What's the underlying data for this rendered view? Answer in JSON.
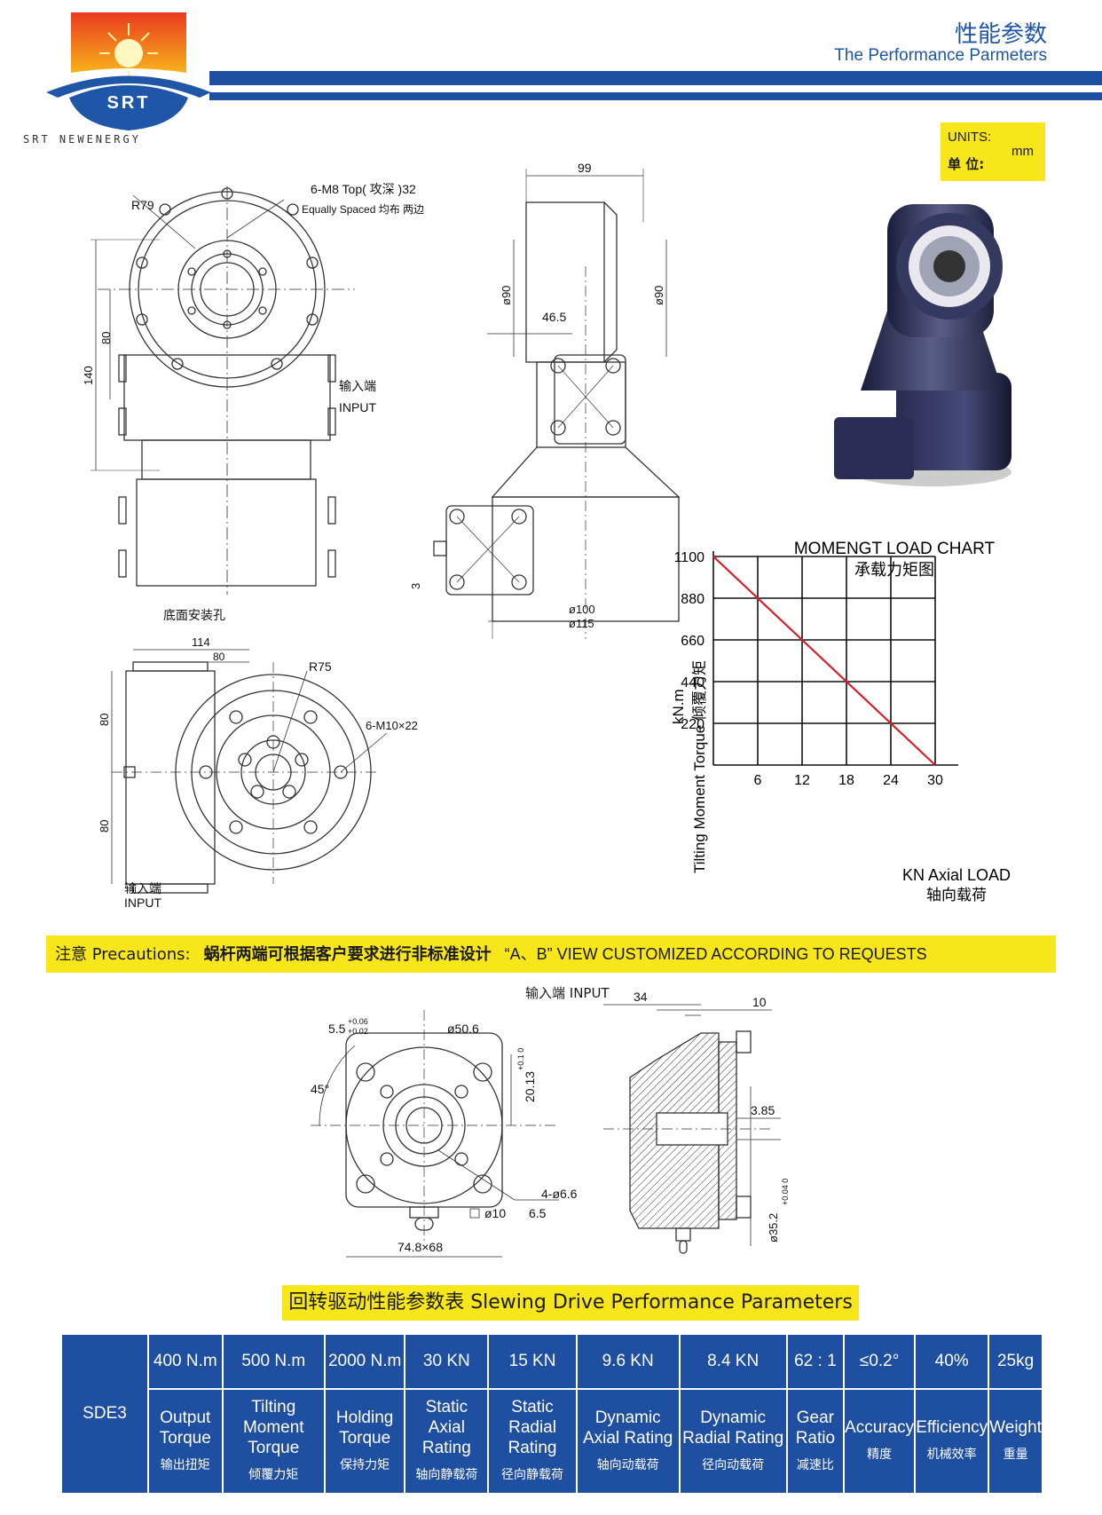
{
  "header": {
    "title_cn": "性能参数",
    "title_en": "The Performance Parmeters"
  },
  "logo": {
    "mark": "SRT",
    "subtitle": "SRT NEWENERGY"
  },
  "units": {
    "line1": "UNITS:",
    "line2": "单  位:",
    "value": "mm"
  },
  "drawing_top_front": {
    "r79": "R79",
    "holes": "6-M8 Top( 攻深 )32",
    "equally": "Equally Spaced 均布 两边",
    "d80": "80",
    "d140": "140",
    "input_cn": "输入端",
    "input_en": "INPUT"
  },
  "drawing_top_side": {
    "d99": "99",
    "d90a": "ø90",
    "d90b": "ø90",
    "d465": "46.5",
    "d3": "3",
    "d100": "ø100",
    "d115": "ø115"
  },
  "drawing_bottom": {
    "title": "底面安装孔",
    "d114": "114",
    "d80h": "80",
    "r75": "R75",
    "holes": "6-M10×22",
    "d80a": "80",
    "d80b": "80",
    "input_cn": "输入端",
    "input_en": "INPUT"
  },
  "drawing_input_end": {
    "input_label": "输入端 INPUT",
    "d55": "5.5",
    "tol55a": "+0.06",
    "tol55b": "+0.02",
    "d506": "ø50.6",
    "a45": "45°",
    "d2013": "20.13",
    "tol2013": "+0.1  0",
    "holes": "4-ø6.6",
    "cbore": "ø10",
    "depth": "6.5",
    "d748": "74.8×68"
  },
  "drawing_section": {
    "d34": "34",
    "d10": "10",
    "d385": "3.85",
    "d352": "ø35.2",
    "tol352": "+0.04  0"
  },
  "chart_data": {
    "type": "line",
    "title": "MOMENGT LOAD CHART",
    "subtitle": "承载力矩图",
    "xlabel": "KN Axial LOAD",
    "xlabel_cn": "轴向载荷",
    "ylabel": "Tilting Moment Torque  倾覆力矩",
    "yunit": "kN.m",
    "x_ticks": [
      "6",
      "12",
      "18",
      "24",
      "30"
    ],
    "y_ticks": [
      "220",
      "440",
      "660",
      "880",
      "1100"
    ],
    "xlim": [
      0,
      30
    ],
    "ylim": [
      0,
      1100
    ],
    "grid": true,
    "series": [
      {
        "x": [
          0,
          30
        ],
        "values": [
          1100,
          0
        ],
        "color": "#d4202a"
      }
    ]
  },
  "note": {
    "label": "注意 Precautions:",
    "cn": "蜗杆两端可根据客户要求进行非标准设计",
    "en": "“A、B” VIEW CUSTOMIZED ACCORDING TO REQUESTS"
  },
  "perf_title": "回转驱动性能参数表   Slewing Drive Performance Parameters",
  "perf": {
    "model": "SDE3",
    "columns": [
      {
        "value": "400 N.m",
        "label": "Output Torque",
        "cn": "输出扭矩"
      },
      {
        "value": "500 N.m",
        "label": "Tilting Moment Torque",
        "cn": "倾覆力矩"
      },
      {
        "value": "2000 N.m",
        "label": "Holding Torque",
        "cn": "保持力矩"
      },
      {
        "value": "30 KN",
        "label": "Static Axial Rating",
        "cn": "轴向静载荷"
      },
      {
        "value": "15 KN",
        "label": "Static Radial Rating",
        "cn": "径向静载荷"
      },
      {
        "value": "9.6 KN",
        "label": "Dynamic Axial Rating",
        "cn": "轴向动载荷"
      },
      {
        "value": "8.4 KN",
        "label": "Dynamic Radial Rating",
        "cn": "径向动载荷"
      },
      {
        "value": "62 : 1",
        "label": "Gear Ratio",
        "cn": "减速比"
      },
      {
        "value": "≤0.2°",
        "label": "Accuracy",
        "cn": "精度"
      },
      {
        "value": "40%",
        "label": "Efficiency",
        "cn": "机械效率"
      },
      {
        "value": "25kg",
        "label": "Weight",
        "cn": "重量"
      }
    ]
  }
}
